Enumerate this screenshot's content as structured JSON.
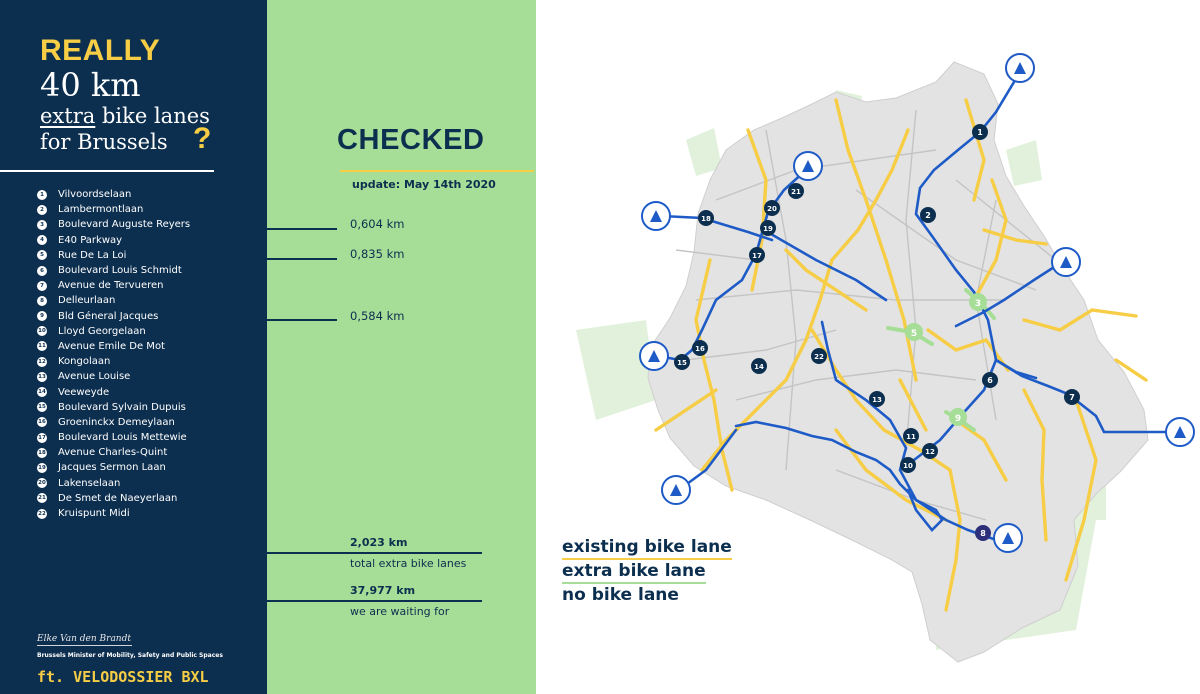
{
  "header": {
    "really": "REALLY",
    "km": "40 km",
    "extra": "extra",
    "bike_lanes": "bike lanes",
    "for_brussels": "for Brussels",
    "question_mark": "?"
  },
  "streets": [
    {
      "n": "1",
      "name": "Vilvoordselaan"
    },
    {
      "n": "2",
      "name": "Lambermontlaan"
    },
    {
      "n": "3",
      "name": "Boulevard Auguste Reyers"
    },
    {
      "n": "4",
      "name": "E40 Parkway"
    },
    {
      "n": "5",
      "name": "Rue De La Loi"
    },
    {
      "n": "6",
      "name": "Boulevard Louis Schmidt"
    },
    {
      "n": "7",
      "name": "Avenue de Tervueren"
    },
    {
      "n": "8",
      "name": "Delleurlaan"
    },
    {
      "n": "9",
      "name": "Bld Géneral Jacques"
    },
    {
      "n": "10",
      "name": "Lloyd Georgelaan"
    },
    {
      "n": "11",
      "name": "Avenue Emile De Mot"
    },
    {
      "n": "12",
      "name": "Kongolaan"
    },
    {
      "n": "13",
      "name": "Avenue Louise"
    },
    {
      "n": "14",
      "name": "Veeweyde"
    },
    {
      "n": "15",
      "name": "Boulevard Sylvain Dupuis"
    },
    {
      "n": "16",
      "name": "Groeninckx Demeylaan"
    },
    {
      "n": "17",
      "name": "Boulevard Louis Mettewie"
    },
    {
      "n": "18",
      "name": "Avenue Charles-Quint"
    },
    {
      "n": "19",
      "name": "Jacques Sermon Laan"
    },
    {
      "n": "20",
      "name": "Lakenselaan"
    },
    {
      "n": "21",
      "name": "De Smet de Naeyerlaan"
    },
    {
      "n": "22",
      "name": "Kruispunt Midi"
    }
  ],
  "footer": {
    "signature": "Elke Van den Brandt",
    "minister": "Brussels Minister of Mobility, Safety and Public Spaces",
    "credit": "ft. VELODOSSIER BXL"
  },
  "checked": {
    "title": "CHECKED",
    "update": "update: May 14th 2020",
    "km_values": [
      "0,604 km",
      "0,835 km",
      "0,584 km"
    ],
    "total_value": "2,023 km",
    "total_label": "total extra bike lanes",
    "waiting_value": "37,977 km",
    "waiting_label": "we are waiting for"
  },
  "legend": {
    "existing": "existing bike lane",
    "extra": "extra bike lane",
    "none": "no bike lane"
  },
  "colors": {
    "navy": "#0d2f4f",
    "yellow": "#f6cd45",
    "green_panel": "#a6dd97",
    "route_blue": "#1e5bc6",
    "done_green": "#a6dd97",
    "map_land": "#e3e3e3"
  },
  "map_markers": [
    "1",
    "2",
    "3",
    "5",
    "6",
    "7",
    "8",
    "9",
    "10",
    "11",
    "12",
    "13",
    "14",
    "15",
    "16",
    "17",
    "18",
    "19",
    "20",
    "21",
    "22"
  ]
}
